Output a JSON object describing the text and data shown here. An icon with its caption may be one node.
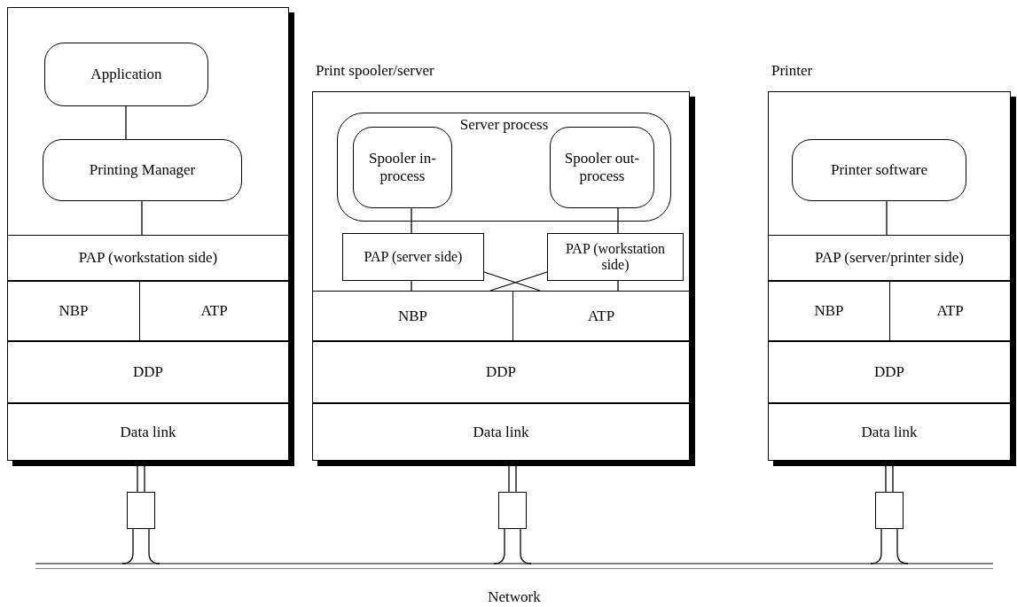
{
  "diagram": {
    "nodes": [
      {
        "text": [],
        "shape": "box"
      },
      {
        "text": [
          "Application"
        ],
        "in": 0
      },
      {
        "text": [
          "Printing Manager"
        ],
        "in": 0
      },
      {
        "text": [
          "PAP (workstation side)"
        ],
        "in": 0
      },
      {
        "text": [
          "NBP"
        ],
        "in": 0
      },
      {
        "text": [
          "ATP"
        ],
        "in": 0
      },
      {
        "text": [
          "DDP"
        ],
        "in": 0
      },
      {
        "text": [
          "Data link"
        ],
        "in": 0
      },
      {
        "text": [
          "Print spooler/server"
        ]
      },
      {
        "text": [
          "Server process"
        ],
        "in": 8
      },
      {
        "text": [
          "Spooler in-process"
        ],
        "in": 9
      },
      {
        "text": [
          "Spooler out-process"
        ],
        "in": 9
      },
      {
        "text": [
          "PAP (server side)"
        ],
        "in": 8
      },
      {
        "text": [
          "PAP (workstation side)"
        ],
        "in": 8
      },
      {
        "text": [
          "NBP"
        ],
        "in": 8
      },
      {
        "text": [
          "ATP"
        ],
        "in": 8
      },
      {
        "text": [
          "DDP"
        ],
        "in": 8
      },
      {
        "text": [
          "Data link"
        ],
        "in": 8
      },
      {
        "text": [
          "Printer"
        ]
      },
      {
        "text": [
          "Printer software"
        ],
        "in": 18
      },
      {
        "text": [
          "PAP (server/printer side)"
        ],
        "in": 18
      },
      {
        "text": [
          "NBP"
        ],
        "in": 18
      },
      {
        "text": [
          "ATP"
        ],
        "in": 18
      },
      {
        "text": [
          "DDP"
        ],
        "in": 18
      },
      {
        "text": [
          "Data link"
        ],
        "in": 18
      },
      {
        "text": [],
        "shape": "box"
      },
      {
        "text": [],
        "shape": "box"
      },
      {
        "text": [],
        "shape": "box"
      },
      {
        "text": [
          "Network"
        ]
      }
    ],
    "edges": [
      {
        "from": 1,
        "to": 2,
        "arrow": "none"
      },
      {
        "from": 2,
        "to": 3,
        "arrow": "none"
      },
      {
        "from": 10,
        "to": 12,
        "arrow": "none"
      },
      {
        "from": 11,
        "to": 13,
        "arrow": "none"
      },
      {
        "from": 12,
        "to": 14,
        "arrow": "none"
      },
      {
        "from": 13,
        "to": 15,
        "arrow": "none"
      },
      {
        "from": 12,
        "to": 15,
        "arrow": "none"
      },
      {
        "from": 13,
        "to": 14,
        "arrow": "none"
      },
      {
        "from": 19,
        "to": 20,
        "arrow": "none"
      },
      {
        "from": 7,
        "to": 25,
        "arrow": "none"
      },
      {
        "from": 17,
        "to": 26,
        "arrow": "none"
      },
      {
        "from": 24,
        "to": 27,
        "arrow": "none"
      },
      {
        "from": 25,
        "to": 28,
        "arrow": "none"
      },
      {
        "from": 26,
        "to": 28,
        "arrow": "none"
      },
      {
        "from": 27,
        "to": 28,
        "arrow": "none"
      }
    ]
  }
}
